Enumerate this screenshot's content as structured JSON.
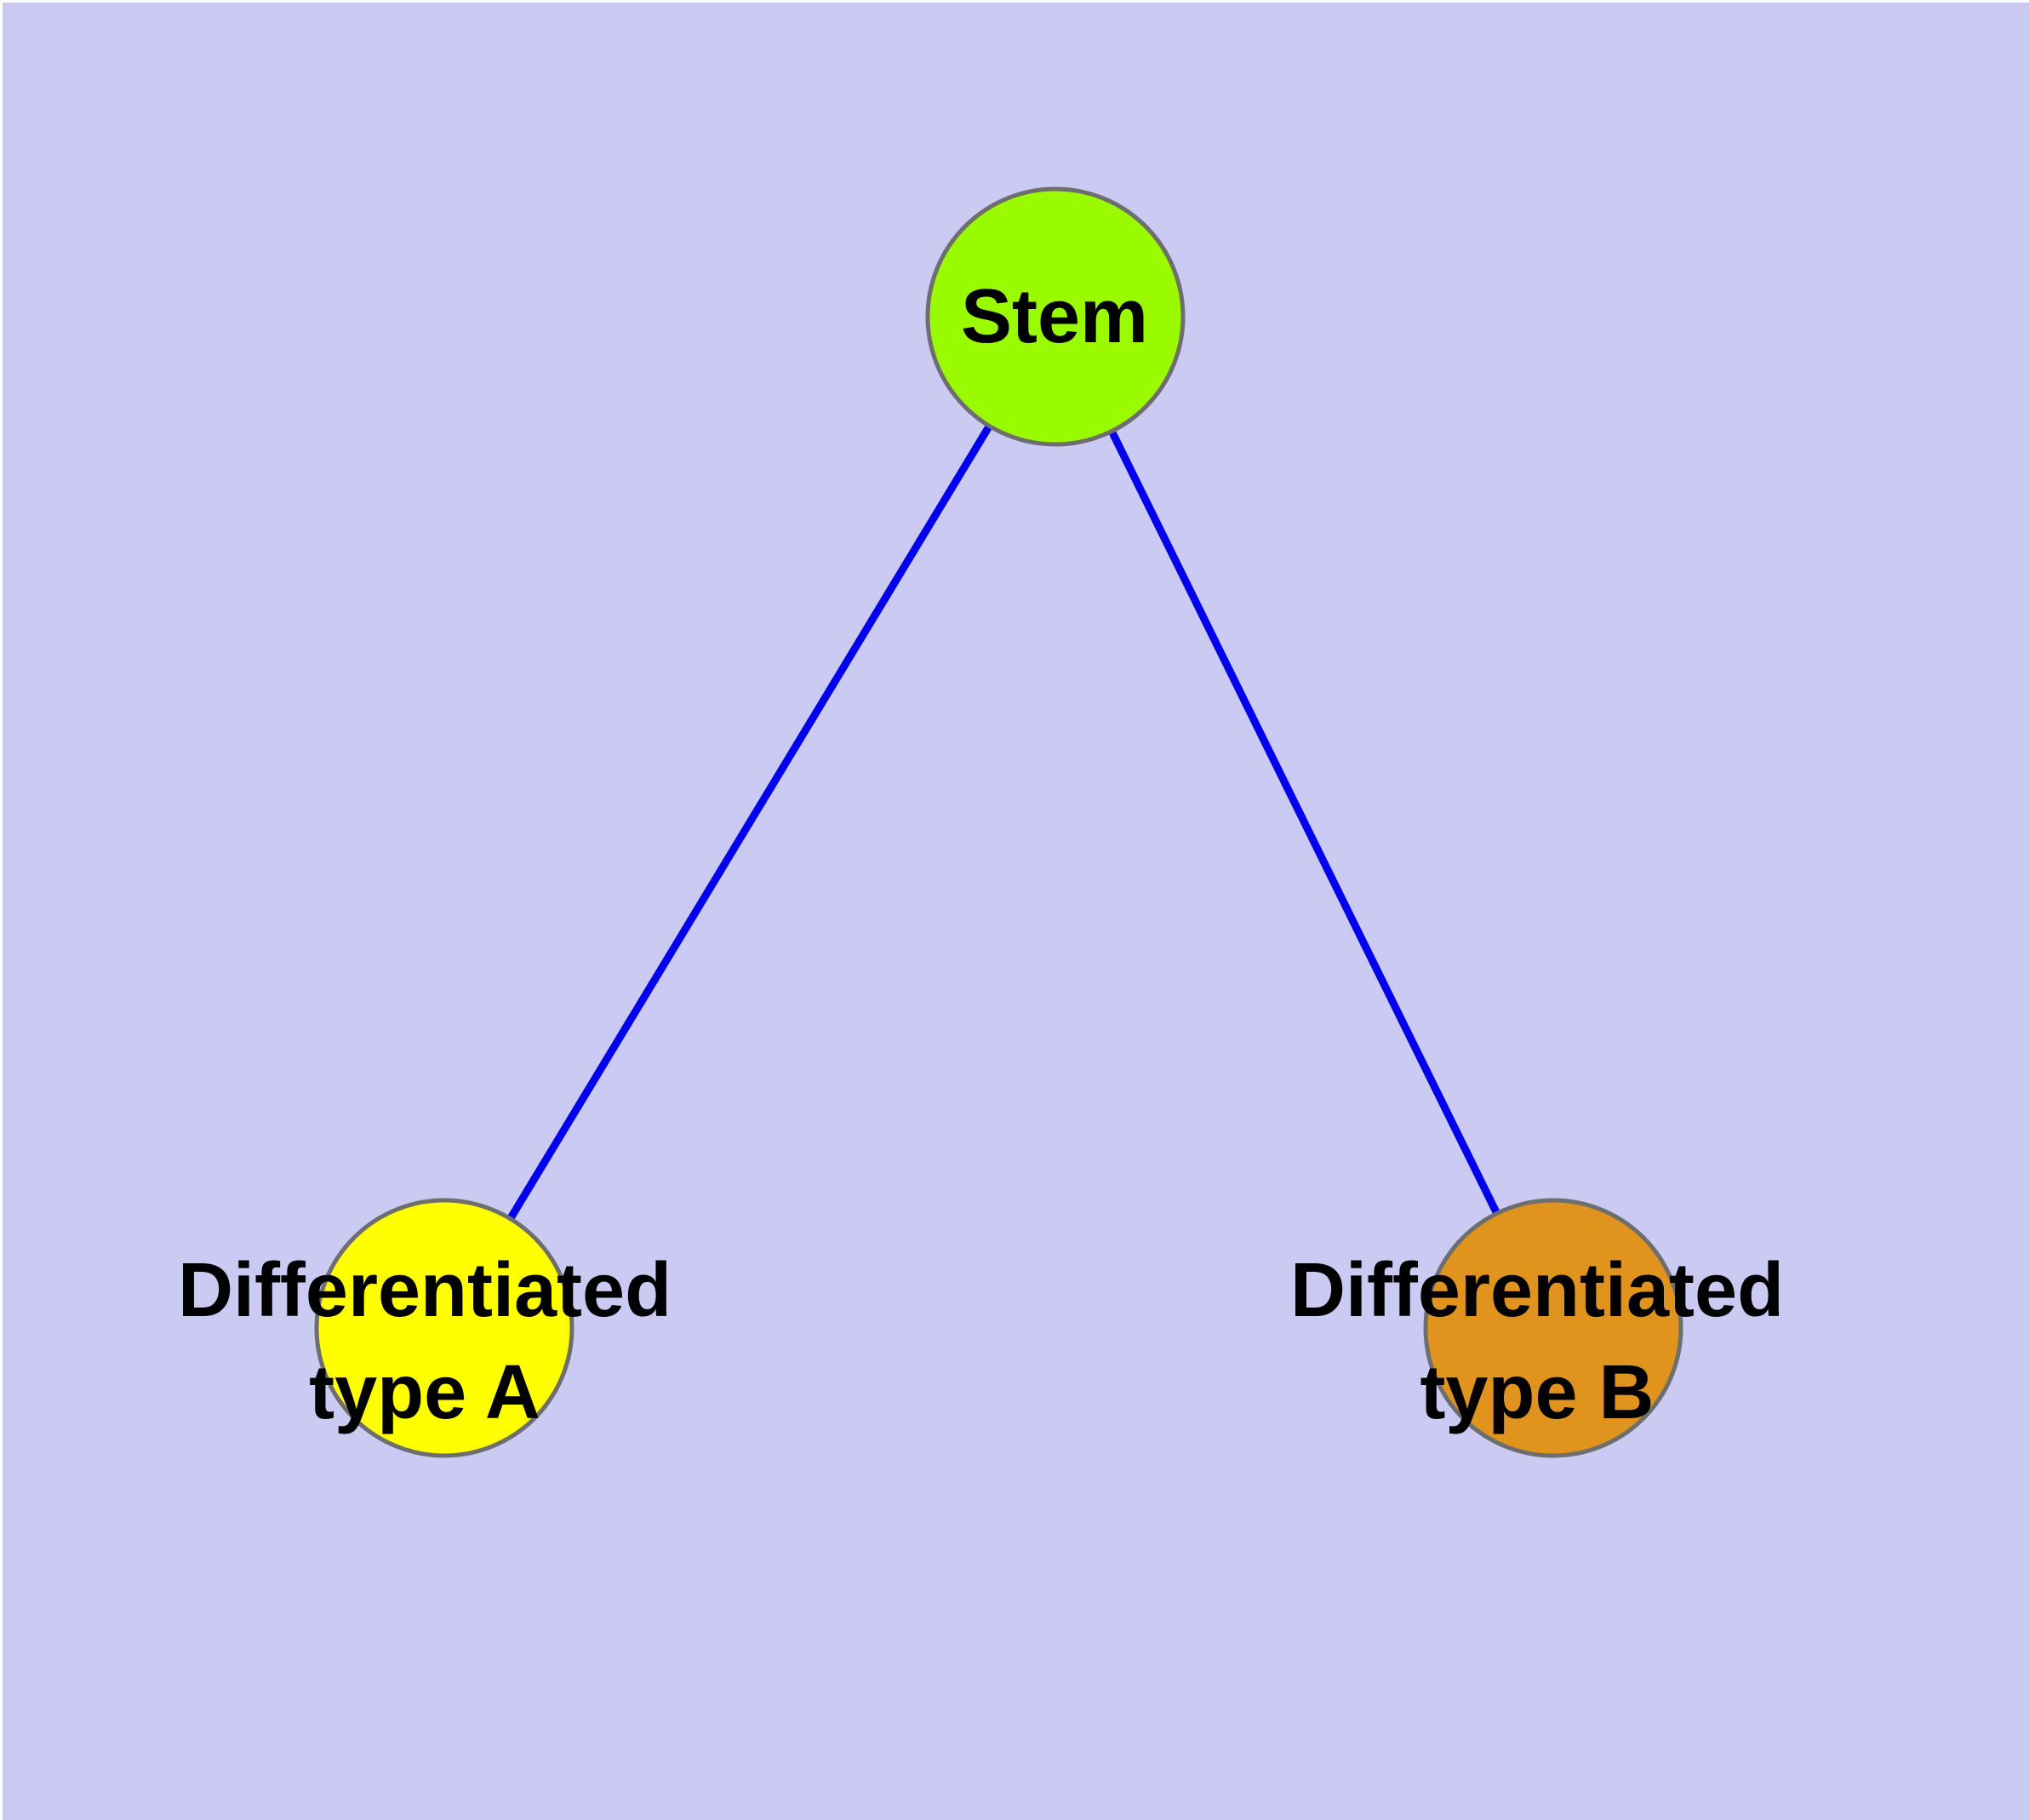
{
  "diagram": {
    "background_color": "#CACAF3",
    "node_border_color": "#6E6E6E",
    "edge_color": "#0000EE",
    "nodes": {
      "stem": {
        "label": "Stem",
        "fill": "#9AFB00"
      },
      "type_a": {
        "label_line1": "Differentiated",
        "label_line2": "type A",
        "fill": "#FFFF00"
      },
      "type_b": {
        "label_line1": "Differentiated",
        "label_line2": "type B",
        "fill": "#E0941E"
      }
    },
    "edges": [
      {
        "from": "Stem",
        "to": "Differentiated type A"
      },
      {
        "from": "Stem",
        "to": "Differentiated type B"
      }
    ]
  }
}
